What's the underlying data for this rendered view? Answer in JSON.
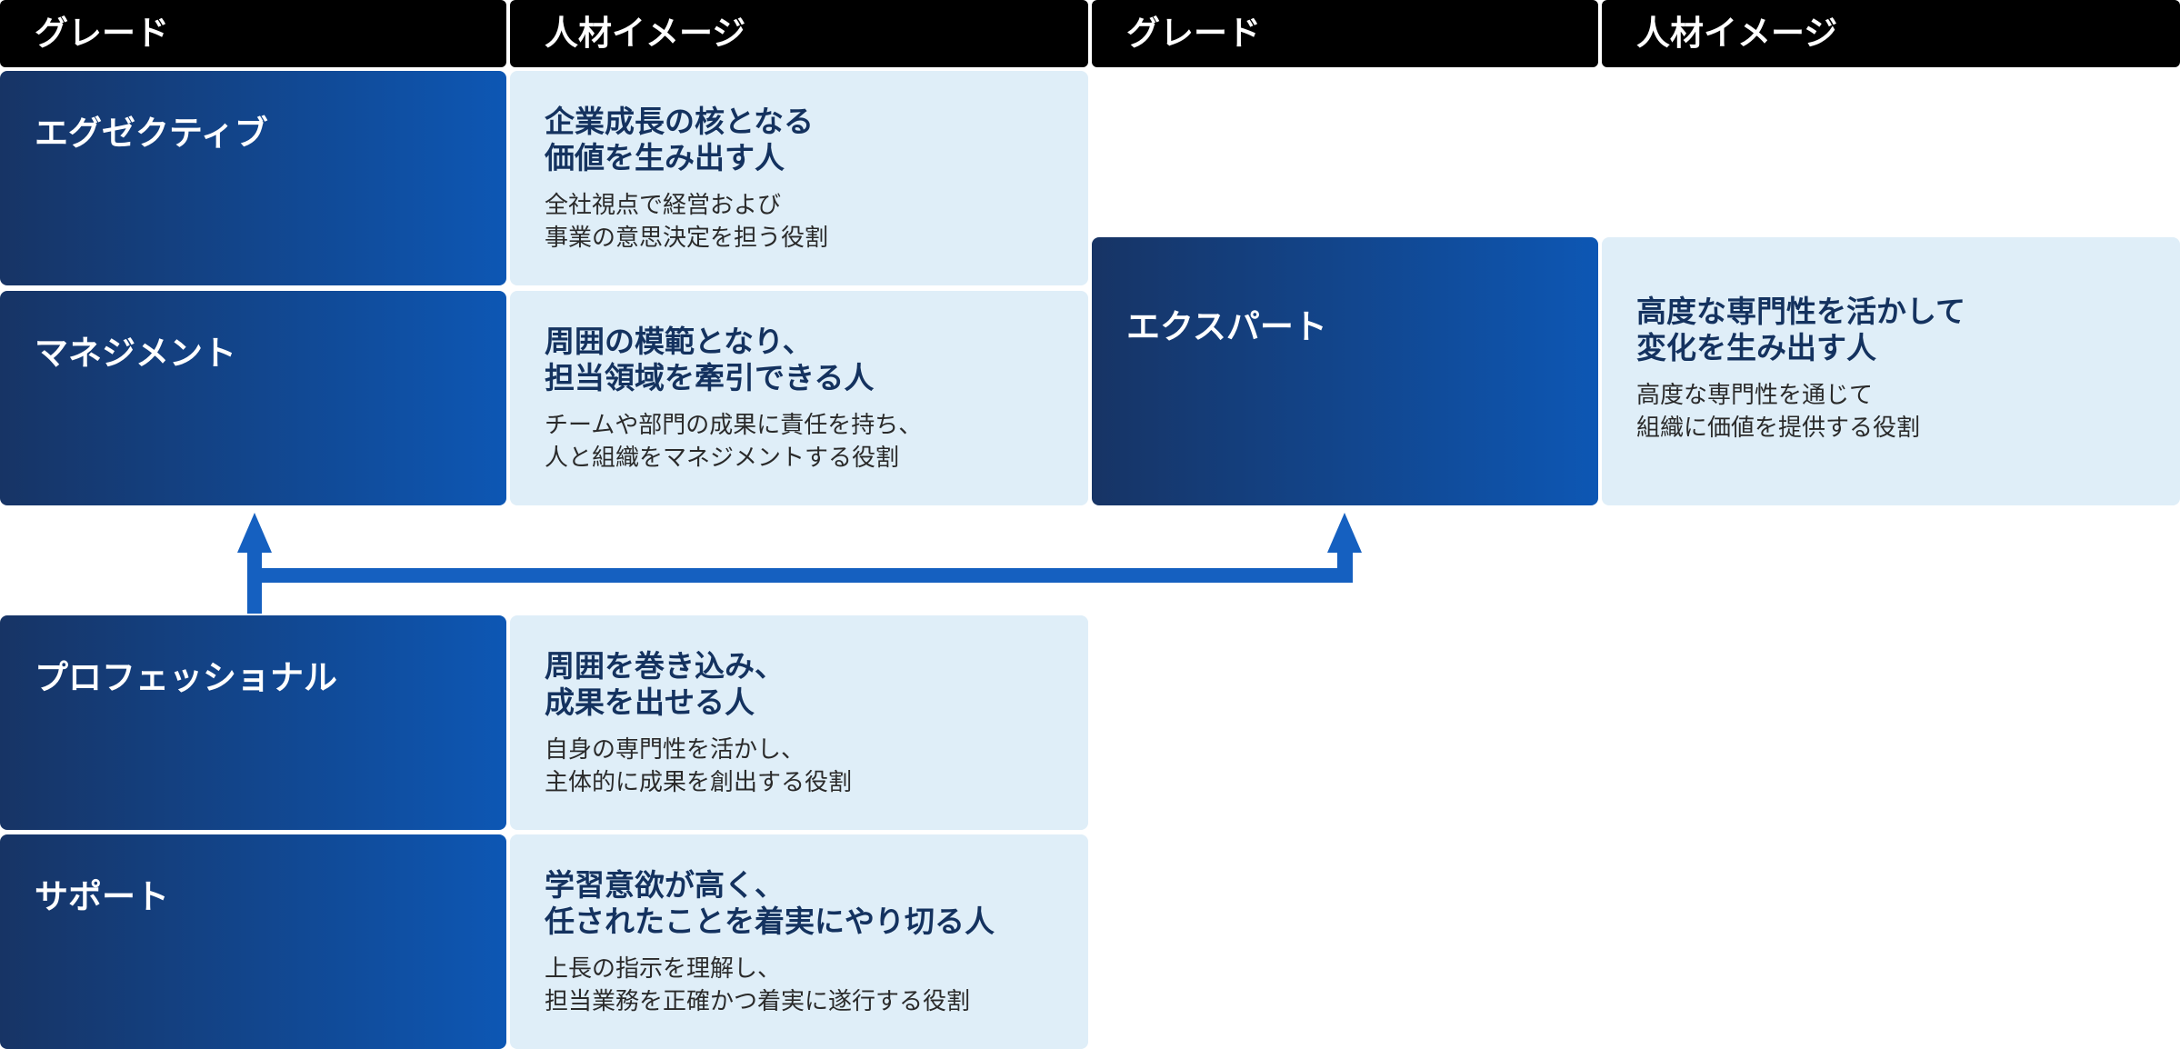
{
  "header": {
    "left_grade": "グレード",
    "left_image": "人材イメージ",
    "right_grade": "グレード",
    "right_image": "人材イメージ"
  },
  "grades": {
    "executive": {
      "name": "エグゼクティブ",
      "title": "企業成長の核となる\n価値を生み出す人",
      "body": "全社視点で経営および\n事業の意思決定を担う役割"
    },
    "management": {
      "name": "マネジメント",
      "title": "周囲の模範となり、\n担当領域を牽引できる人",
      "body": "チームや部門の成果に責任を持ち、\n人と組織をマネジメントする役割"
    },
    "expert": {
      "name": "エクスパート",
      "title": "高度な専門性を活かして\n変化を生み出す人",
      "body": "高度な専門性を通じて\n組織に価値を提供する役割"
    },
    "professional": {
      "name": "プロフェッショナル",
      "title": "周囲を巻き込み、\n成果を出せる人",
      "body": "自身の専門性を活かし、\n主体的に成果を創出する役割"
    },
    "support": {
      "name": "サポート",
      "title": "学習意欲が高く、\n任されたことを着実にやり切る人",
      "body": "上長の指示を理解し、\n担当業務を正確かつ着実に遂行する役割"
    }
  },
  "colors": {
    "header_bg": "#000000",
    "grade_gradient_start": "#173465",
    "grade_gradient_end": "#0d57b4",
    "description_bg": "#dfeef8",
    "arrow": "#1560c0"
  },
  "icons": {
    "career_path_arrow": "up-arrow-branching"
  }
}
